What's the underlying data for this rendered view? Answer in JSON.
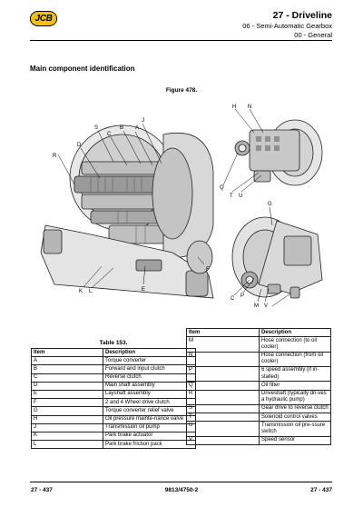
{
  "logo": "JCB",
  "header": {
    "chapter": "27 - Driveline",
    "section": "06 - Semi-Automatic Gearbox",
    "subsection": "00 - General"
  },
  "section_title": "Main component identification",
  "figure_title": "Figure 478.",
  "callouts": {
    "main": [
      "A",
      "B",
      "C",
      "D",
      "E",
      "F",
      "J",
      "K",
      "L",
      "R",
      "S"
    ],
    "upper_right": [
      "H",
      "N",
      "Q",
      "T",
      "U"
    ],
    "lower_right": [
      "G",
      "C",
      "P",
      "M",
      "V"
    ]
  },
  "table_caption": "Table 153.",
  "table_left": {
    "headers": [
      "Item",
      "Description"
    ],
    "rows": [
      [
        "A",
        "Torque converter"
      ],
      [
        "B",
        "Forward and input clutch"
      ],
      [
        "C",
        "Reverse clutch"
      ],
      [
        "D",
        "Main shaft assembly"
      ],
      [
        "E",
        "Layshaft assembly"
      ],
      [
        "F",
        "2 and 4 Wheel drive clutch"
      ],
      [
        "G",
        "Torque converter relief valve"
      ],
      [
        "H",
        "Oil pressure mainte-nance valve"
      ],
      [
        "J",
        "Transmission oil pump"
      ],
      [
        "K",
        "Park brake actuator"
      ],
      [
        "L",
        "Park brake friction pack"
      ]
    ]
  },
  "table_right": {
    "headers": [
      "Item",
      "Description"
    ],
    "rows": [
      [
        "M",
        "Hose connection (to oil cooler)"
      ],
      [
        "N",
        "Hose connection (from oil cooler)"
      ],
      [
        "P",
        "6 speed assembly (if in-stalled)"
      ],
      [
        "Q",
        "Oil filter"
      ],
      [
        "R",
        "Driveshaft (typically dri-ves a hydraulic pump)"
      ],
      [
        "S",
        "Gear drive to reverse clutch"
      ],
      [
        "T",
        "Solenoid control valves"
      ],
      [
        "U",
        "Transmission oil pre-ssure switch"
      ],
      [
        "V",
        "Speed sensor"
      ]
    ]
  },
  "footer": {
    "left": "27 - 437",
    "center": "9813/4750-2",
    "right": "27 - 437"
  }
}
